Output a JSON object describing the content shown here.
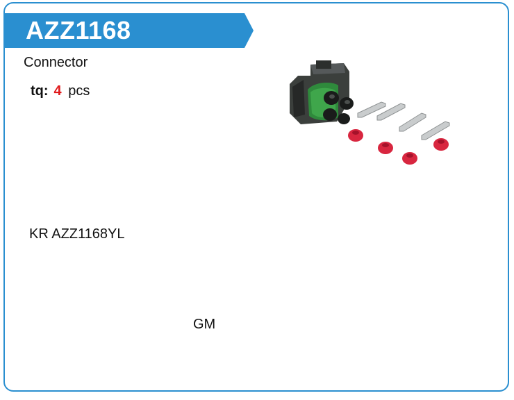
{
  "header": {
    "title": "AZZ1168",
    "accent_color": "#2a8fd0"
  },
  "product": {
    "type": "Connector",
    "quantity": {
      "label": "tq:",
      "value": "4",
      "unit": "pcs"
    },
    "part_code": "KR AZZ1168YL",
    "brand": "GM"
  },
  "image": {
    "icon": "connector-kit-photo"
  }
}
